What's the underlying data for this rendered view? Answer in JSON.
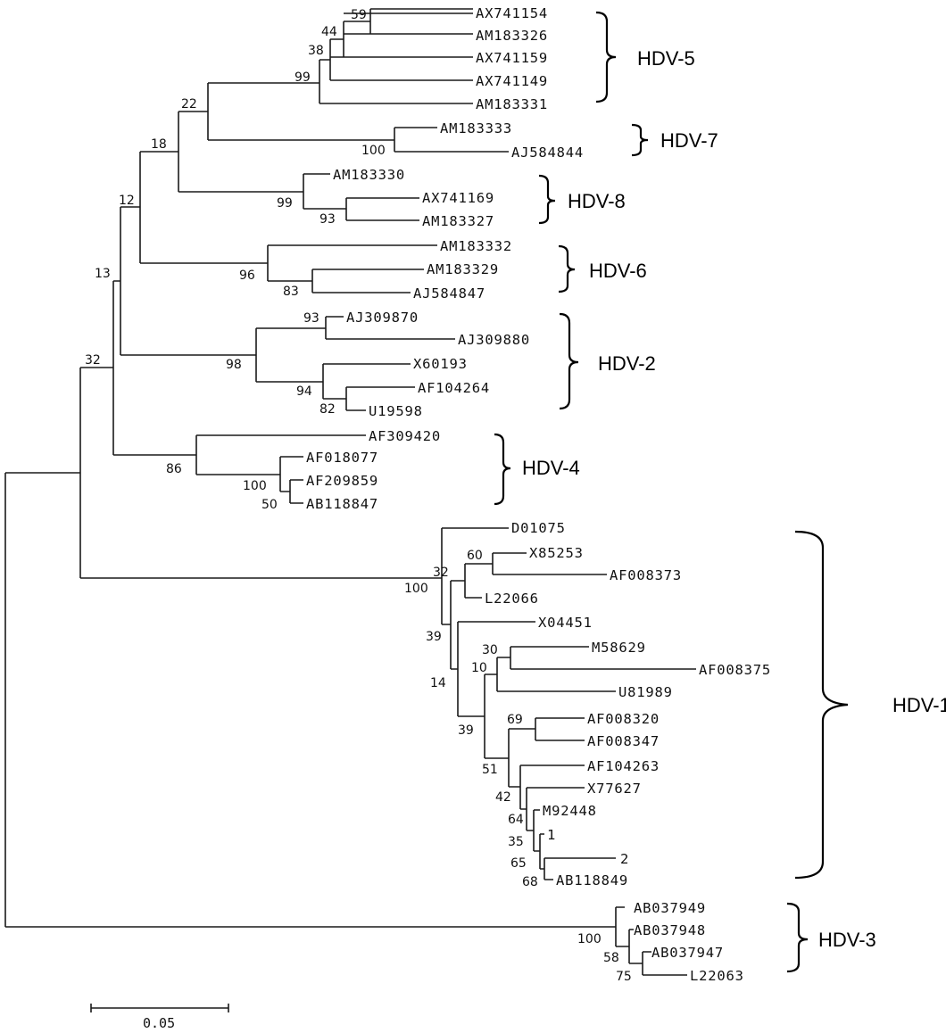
{
  "leaves": [
    "AX741154",
    "AM183326",
    "AX741159",
    "AX741149",
    "AM183331",
    "AM183333",
    "AJ584844",
    "AM183330",
    "AX741169",
    "AM183327",
    "AM183332",
    "AM183329",
    "AJ584847",
    "AJ309870",
    "AJ309880",
    "X60193",
    "AF104264",
    "U19598",
    "AF309420",
    "AF018077",
    "AF209859",
    "AB118847",
    "D01075",
    "X85253",
    "AF008373",
    "L22066",
    "X04451",
    "M58629",
    "AF008375",
    "U81989",
    "AF008320",
    "AF008347",
    "AF104263",
    "X77627",
    "M92448",
    "1",
    "2",
    "AB118849",
    "AB037949",
    "AB037948",
    "AB037947",
    "L22063"
  ],
  "bootstrap": {
    "n59": "59",
    "n44": "44",
    "n38": "38",
    "n99a": "99",
    "n22": "22",
    "n100a": "100",
    "n18": "18",
    "n99b": "99",
    "n93a": "93",
    "n12": "12",
    "n96": "96",
    "n83": "83",
    "n13": "13",
    "n93b": "93",
    "n98": "98",
    "n94": "94",
    "n82": "82",
    "n32a": "32",
    "n86": "86",
    "n100b": "100",
    "n50": "50",
    "n60": "60",
    "n32b": "32",
    "n100c": "100",
    "n39a": "39",
    "n30": "30",
    "n10": "10",
    "n14": "14",
    "n69": "69",
    "n39b": "39",
    "n51": "51",
    "n42": "42",
    "n64": "64",
    "n35": "35",
    "n65": "65",
    "n68": "68",
    "n100d": "100",
    "n58": "58",
    "n75": "75"
  },
  "clades": [
    "HDV-5",
    "HDV-7",
    "HDV-8",
    "HDV-6",
    "HDV-2",
    "HDV-4",
    "HDV-1",
    "HDV-3"
  ],
  "scale_bar": {
    "label": "0.05"
  },
  "colors": {
    "line": "#1a1a1a",
    "text": "#111111",
    "background": "#ffffff"
  }
}
